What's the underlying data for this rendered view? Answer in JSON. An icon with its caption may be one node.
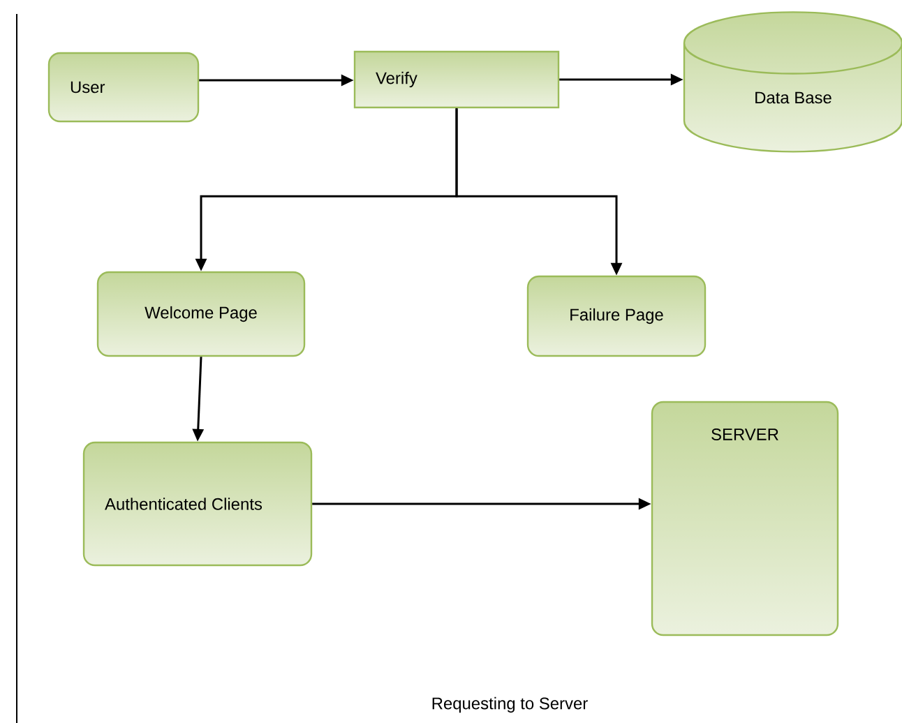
{
  "diagram": {
    "caption": "Requesting to Server",
    "nodes": [
      {
        "text": [
          "User"
        ]
      },
      {
        "text": [
          "Verify"
        ]
      },
      {
        "text": [
          "Data Base"
        ]
      },
      {
        "text": [
          "Welcome Page"
        ]
      },
      {
        "text": [
          "Failure Page"
        ]
      },
      {
        "text": [
          "Authenticated Clients"
        ]
      },
      {
        "text": [
          "SERVER"
        ]
      }
    ],
    "edges": [
      {
        "from": 0,
        "to": 1,
        "arrow": "to"
      },
      {
        "from": 1,
        "to": 2,
        "arrow": "to"
      },
      {
        "from": 1,
        "to": 3,
        "arrow": "to"
      },
      {
        "from": 1,
        "to": 4,
        "arrow": "to"
      },
      {
        "from": 3,
        "to": 5,
        "arrow": "to"
      },
      {
        "from": 5,
        "to": 6,
        "arrow": "to"
      }
    ]
  }
}
